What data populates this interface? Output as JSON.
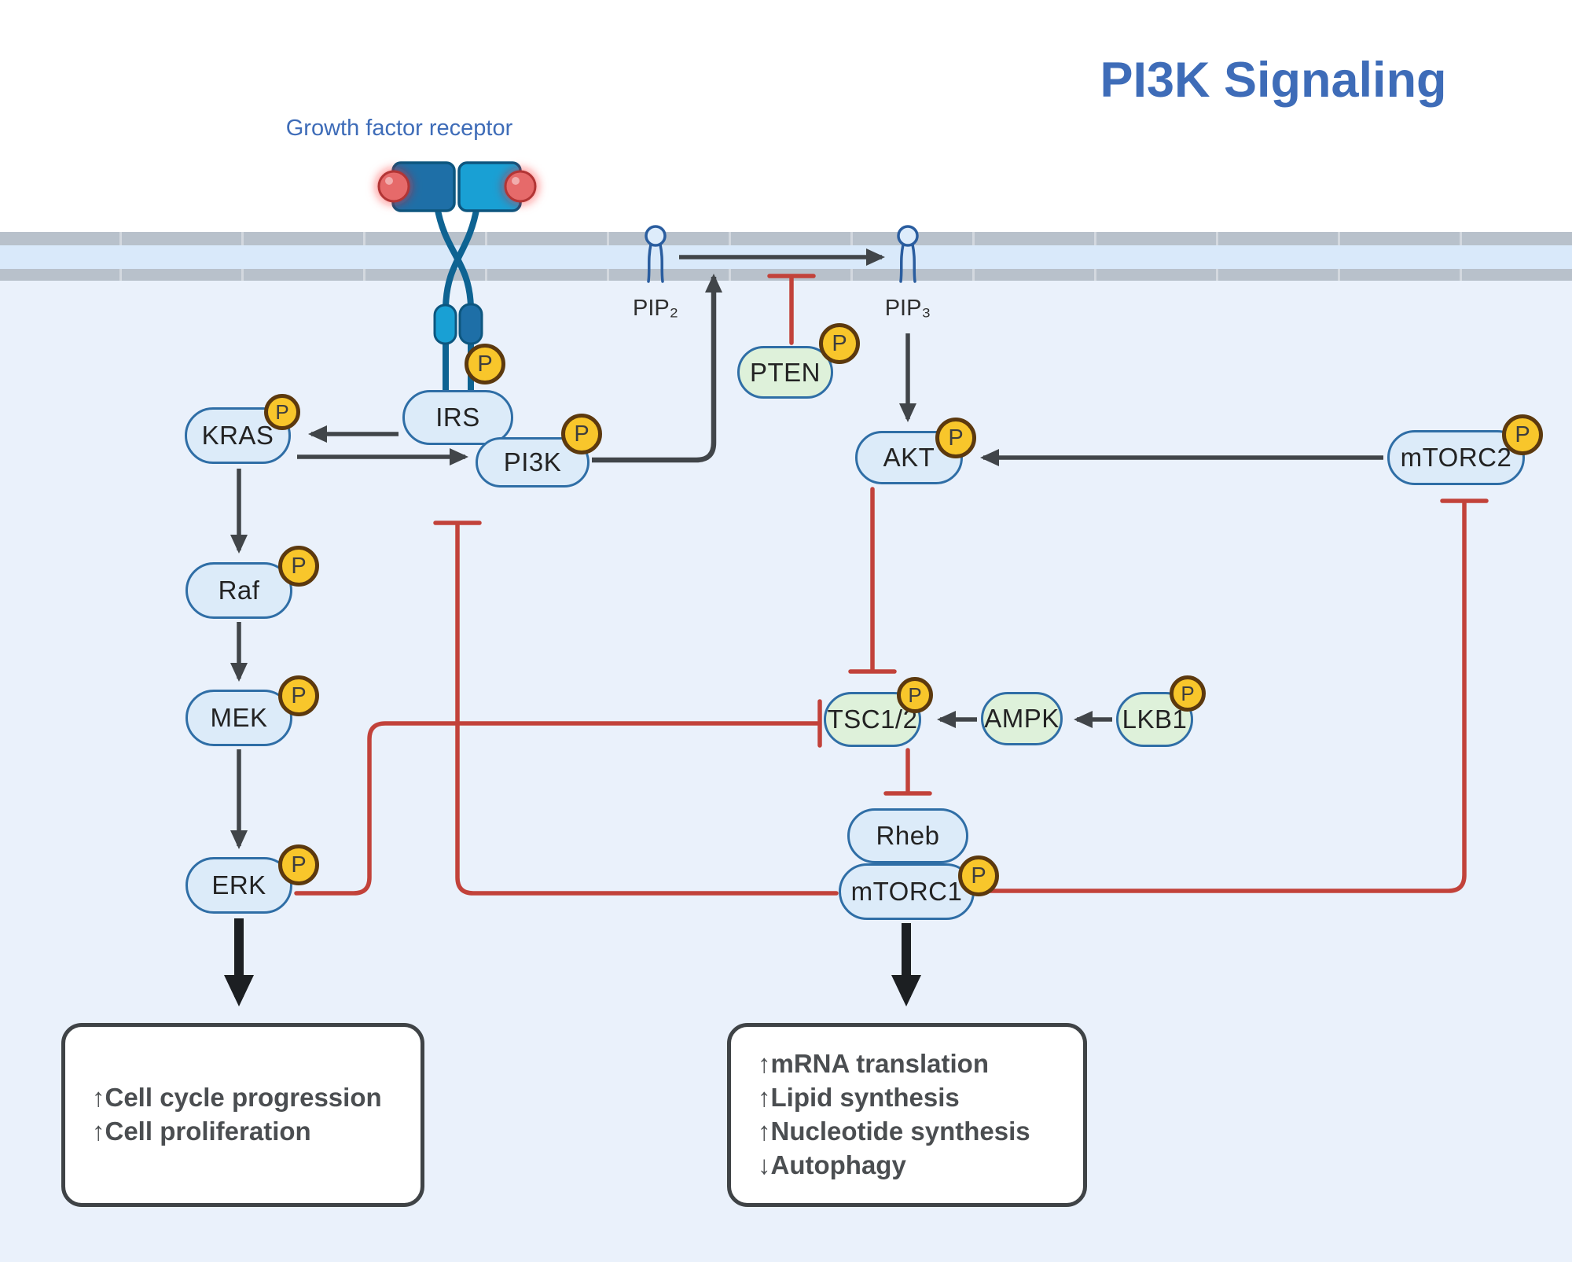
{
  "title": "PI3K Signaling",
  "labels": {
    "phospho": "P",
    "receptor": "Growth factor receptor",
    "pip2": "PIP₂",
    "pip3": "PIP₃"
  },
  "nodes": {
    "irs": "IRS",
    "pi3k": "PI3K",
    "kras": "KRAS",
    "raf": "Raf",
    "mek": "MEK",
    "erk": "ERK",
    "pten": "PTEN",
    "akt": "AKT",
    "mtorc2": "mTORC2",
    "tsc12": "TSC1/2",
    "ampk": "AMPK",
    "lkb1": "LKB1",
    "rheb": "Rheb",
    "mtorc1": "mTORC1"
  },
  "outcomes": {
    "mapk": {
      "lines": [
        "↑Cell cycle progression",
        "↑Cell proliferation"
      ]
    },
    "mtorc1": {
      "lines": [
        "↑mRNA translation",
        "↑Lipid synthesis",
        "↑Nucleotide synthesis",
        "↓Autophagy"
      ]
    }
  },
  "edges": [
    {
      "from": "IRS",
      "to": "KRAS",
      "type": "activation"
    },
    {
      "from": "KRAS",
      "to": "PI3K",
      "type": "activation"
    },
    {
      "from": "KRAS",
      "to": "Raf",
      "type": "activation"
    },
    {
      "from": "Raf",
      "to": "MEK",
      "type": "activation"
    },
    {
      "from": "MEK",
      "to": "ERK",
      "type": "activation"
    },
    {
      "from": "ERK",
      "to": "Cell cycle progression / proliferation",
      "type": "activation"
    },
    {
      "from": "PI3K",
      "to": "PIP2-to-PIP3 conversion",
      "type": "activation"
    },
    {
      "from": "PIP₂",
      "to": "PIP₃",
      "type": "conversion"
    },
    {
      "from": "PTEN",
      "to": "PIP2-to-PIP3 conversion",
      "type": "inhibition"
    },
    {
      "from": "PIP₃",
      "to": "AKT",
      "type": "activation"
    },
    {
      "from": "mTORC2",
      "to": "AKT",
      "type": "activation"
    },
    {
      "from": "AKT",
      "to": "TSC1/2",
      "type": "inhibition"
    },
    {
      "from": "ERK",
      "to": "TSC1/2",
      "type": "inhibition"
    },
    {
      "from": "LKB1",
      "to": "AMPK",
      "type": "activation"
    },
    {
      "from": "AMPK",
      "to": "TSC1/2",
      "type": "activation"
    },
    {
      "from": "TSC1/2",
      "to": "Rheb",
      "type": "inhibition"
    },
    {
      "from": "mTORC1",
      "to": "mRNA translation / lipid synthesis / nucleotide synthesis / autophagy",
      "type": "activation"
    },
    {
      "from": "mTORC1",
      "to": "IRS / PI3K",
      "type": "inhibition"
    },
    {
      "from": "mTORC1",
      "to": "mTORC2",
      "type": "inhibition"
    }
  ],
  "colors": {
    "title_blue": "#3e6cb8",
    "node_border": "#2f6ea6",
    "node_blue_fill": "#dcebf9",
    "node_green_fill": "#def1da",
    "phospho_gold": "#f8c62b",
    "phospho_border": "#5c390e",
    "inhibition_red": "#c2423a",
    "activation_dark": "#414549",
    "membrane_gray": "#b8c1cb",
    "cytoplasm": "#eaf1fb",
    "receptor_dark_blue": "#1e6fa7",
    "receptor_cyan": "#19a0d4",
    "ligand_red": "#e66b6b"
  }
}
